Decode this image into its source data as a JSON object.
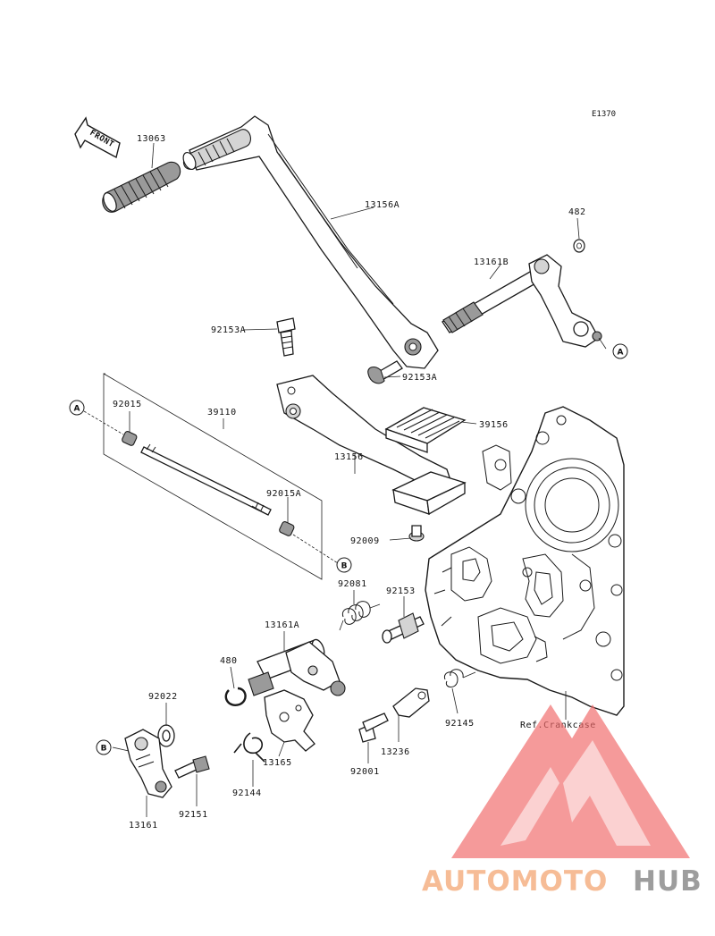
{
  "diagram_code": "E1370",
  "front_arrow_label": "FRONT",
  "reference_note": "Ref.Crankcase",
  "callouts": {
    "p13063": "13063",
    "p13156A": "13156A",
    "p482": "482",
    "p13161B": "13161B",
    "p92153A_top": "92153A",
    "p92153A_mid": "92153A",
    "p39156": "39156",
    "p13156": "13156",
    "p92015": "92015",
    "p39110": "39110",
    "p92015A": "92015A",
    "p92009": "92009",
    "p92081": "92081",
    "p92153": "92153",
    "p13161A": "13161A",
    "p480": "480",
    "p92022": "92022",
    "p92145": "92145",
    "p13236": "13236",
    "p13165": "13165",
    "p92144": "92144",
    "p92001": "92001",
    "p13161": "13161",
    "p92151": "92151"
  },
  "markers": {
    "a_right": "A",
    "a_left": "A",
    "b_right": "B",
    "b_left": "B"
  },
  "watermark": {
    "brand_part1": "AUTOMOTO",
    "brand_part2": "HUB",
    "color_part1": "#f5b184",
    "color_part2": "#8c8c8c",
    "logo_color": "#f06a6a"
  }
}
